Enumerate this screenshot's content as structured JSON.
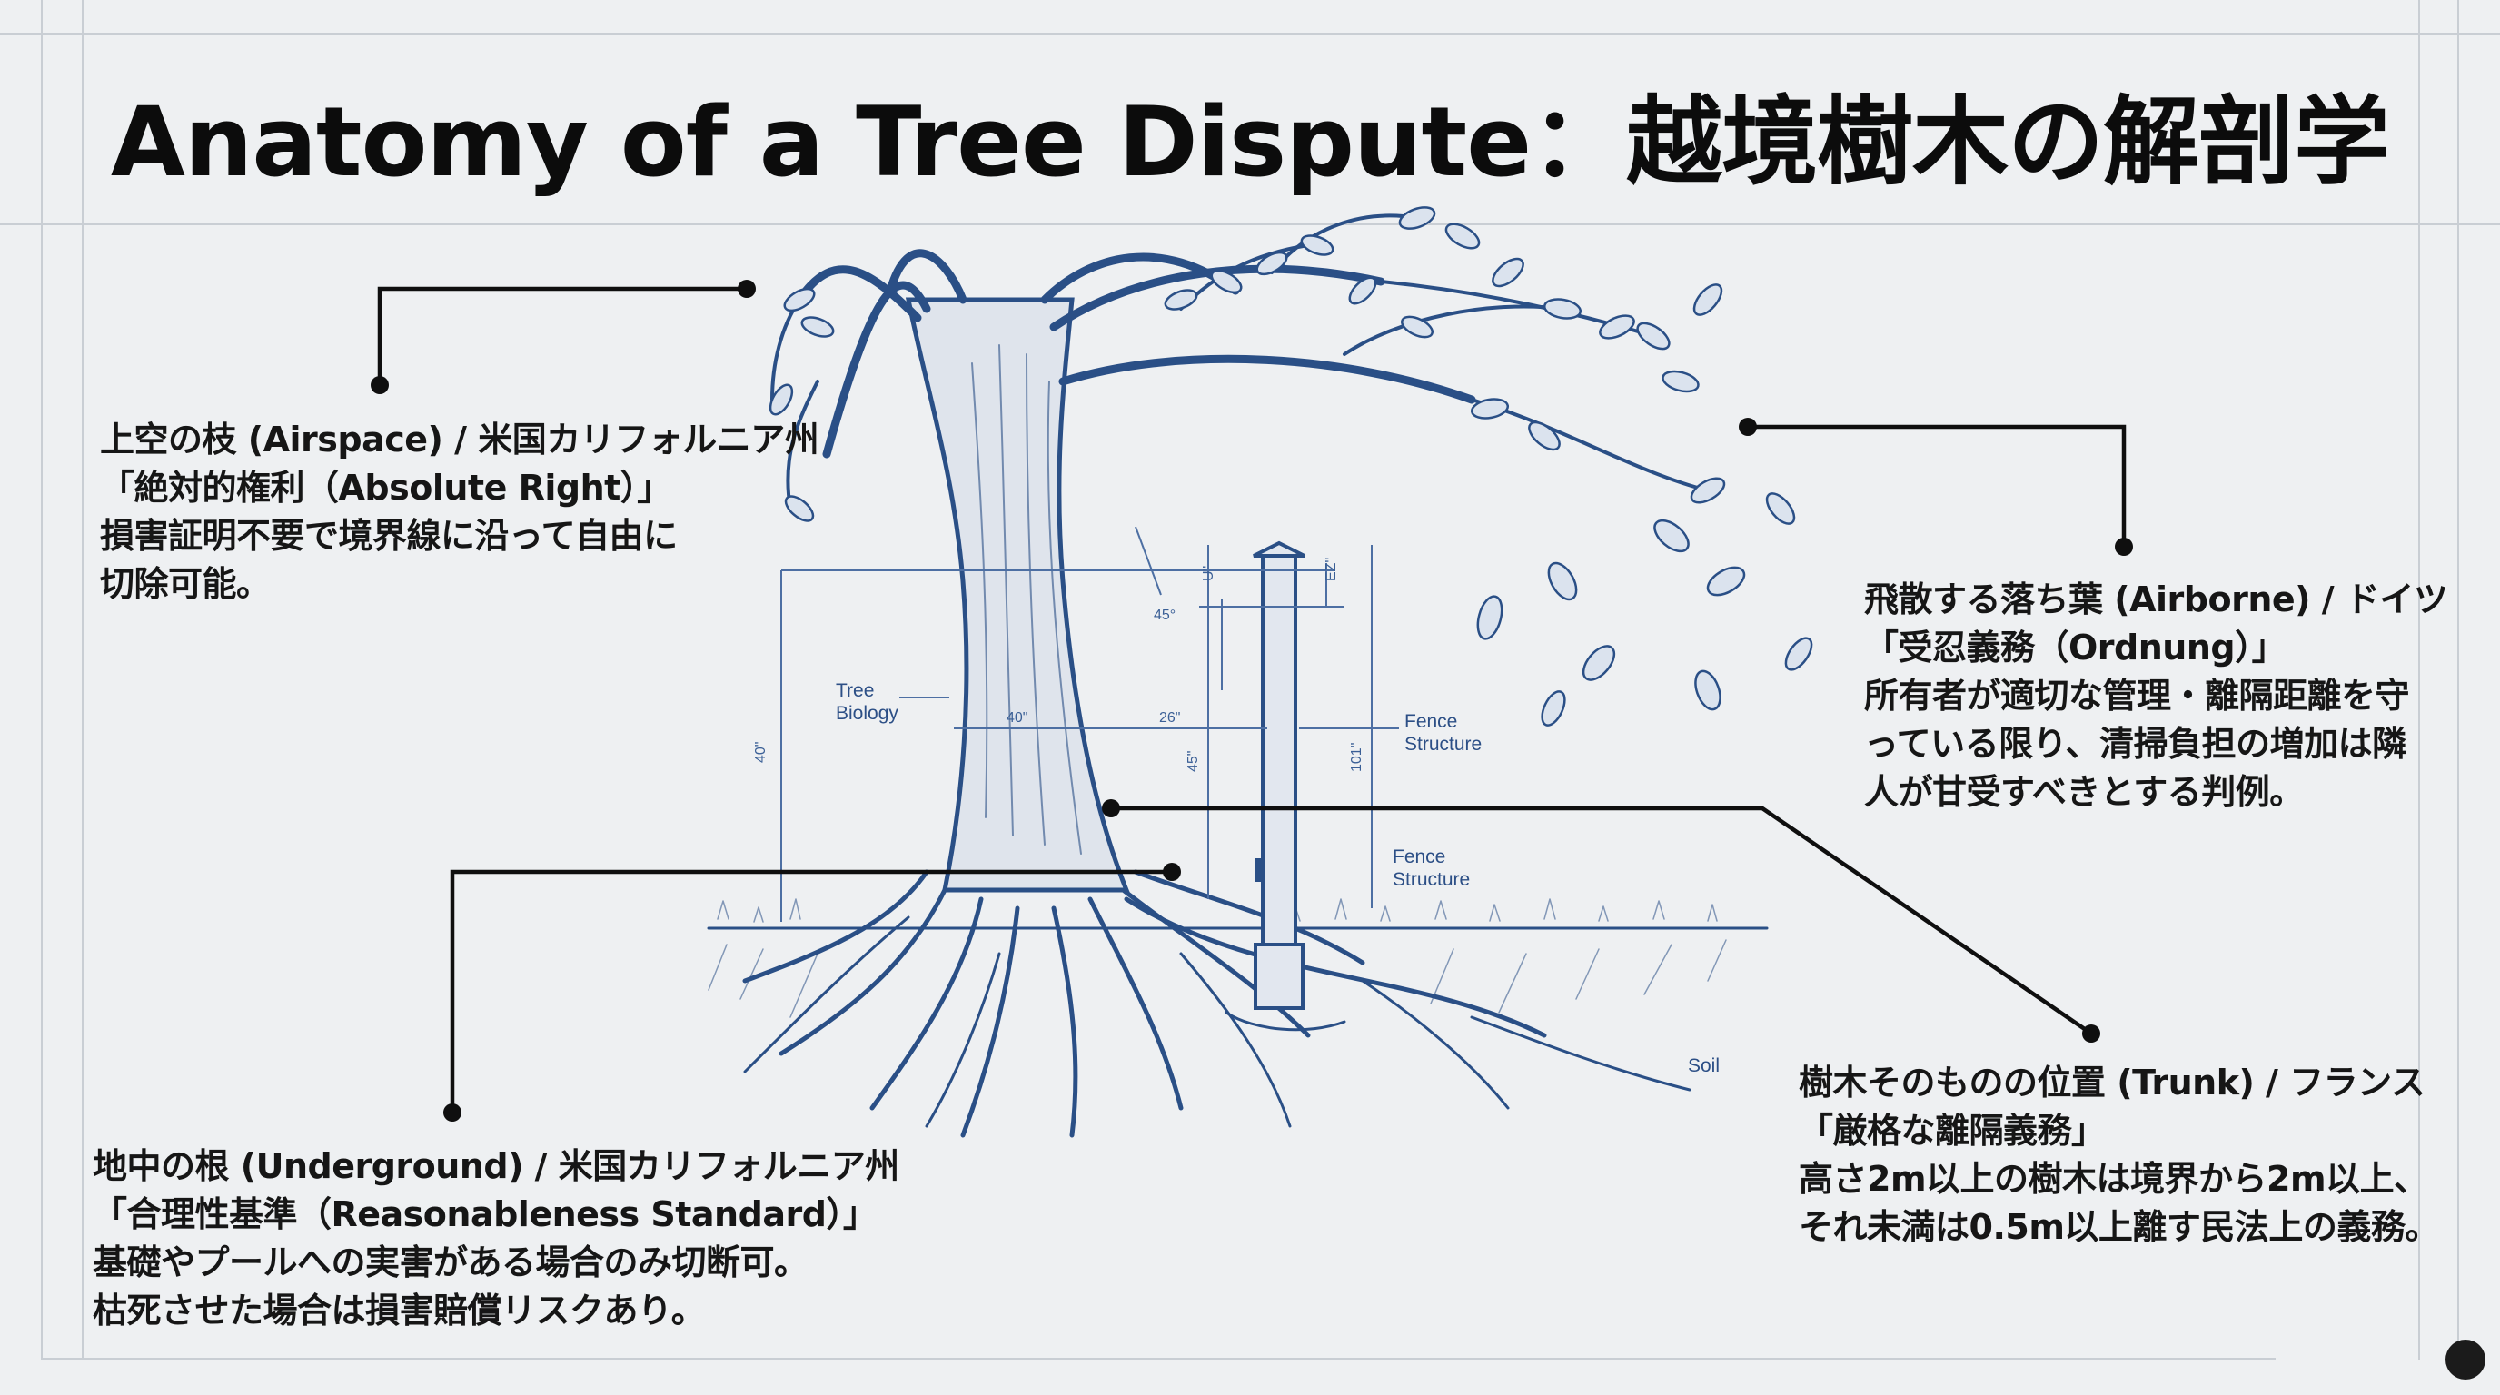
{
  "title": "Anatomy of a Tree Dispute：越境樹木の解剖学",
  "callouts": {
    "airspace": {
      "heading": "上空の枝 (Airspace) / 米国カリフォルニア州",
      "principle": "「絶対的権利（Absolute Right）」",
      "body": [
        "損害証明不要で境界線に沿って自由に",
        "切除可能。"
      ]
    },
    "airborne": {
      "heading": "飛散する落ち葉 (Airborne) / ドイツ",
      "principle": "「受忍義務（Ordnung）」",
      "body": [
        "所有者が適切な管理・離隔距離を守",
        "っている限り、清掃負担の増加は隣",
        "人が甘受すべきとする判例。"
      ]
    },
    "underground": {
      "heading": "地中の根 (Underground) / 米国カリフォルニア州",
      "principle": "「合理性基準（Reasonableness Standard）」",
      "body": [
        "基礎やプールへの実害がある場合のみ切断可。",
        "枯死させた場合は損害賠償リスクあり。"
      ]
    },
    "trunk": {
      "heading": "樹木そのものの位置 (Trunk) / フランス",
      "principle": "「厳格な離隔義務」",
      "body": [
        "高さ2m以上の樹木は境界から2m以上、",
        "それ未満は0.5m以上離す民法上の義務。"
      ]
    }
  },
  "diagram_labels": {
    "tree_biology": [
      "Tree",
      "Biology"
    ],
    "fence_structure_1": [
      "Fence",
      "Structure"
    ],
    "fence_structure_2": [
      "Fence",
      "Structure"
    ],
    "soil": "Soil",
    "angle": "45°",
    "dim_26": "26\"",
    "dim_40": "40\"",
    "dim_45": "45\"",
    "dim_101": "101\"",
    "dim_u": "U\"",
    "dim_ez": "EZ\"",
    "dim_40b": "40\""
  },
  "colors": {
    "ink": "#2a4f86",
    "background": "#eef0f2",
    "leader": "#0f0f0f"
  },
  "icons": {
    "logo": "seal-logo-icon"
  }
}
